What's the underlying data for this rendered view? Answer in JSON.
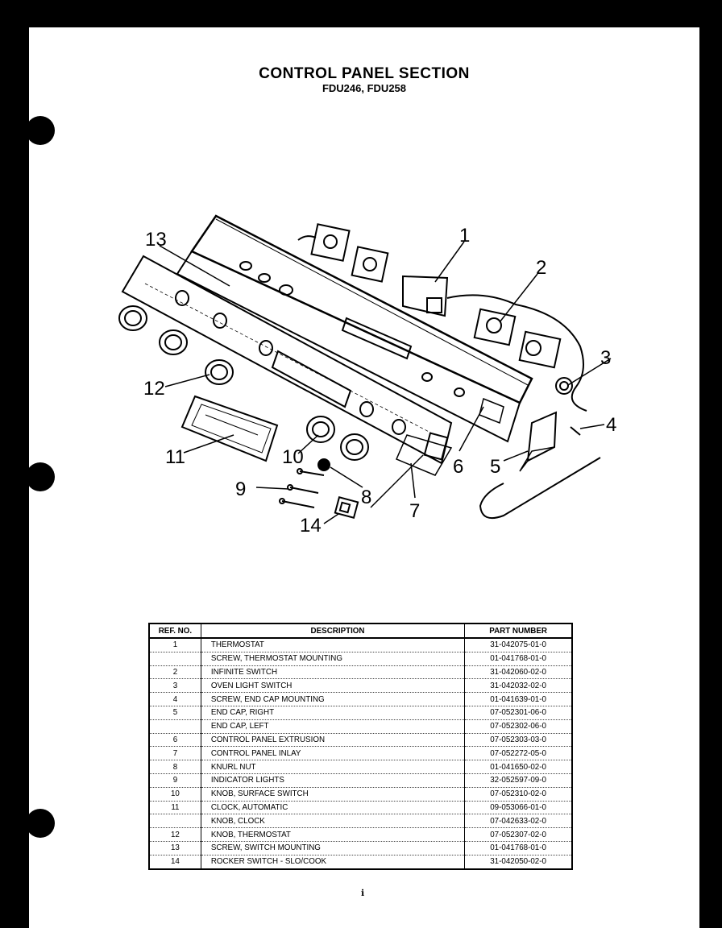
{
  "header": {
    "title": "CONTROL PANEL SECTION",
    "subtitle": "FDU246, FDU258"
  },
  "diagram": {
    "callouts": [
      "1",
      "2",
      "3",
      "4",
      "5",
      "6",
      "7",
      "8",
      "9",
      "10",
      "11",
      "12",
      "13",
      "14"
    ]
  },
  "parts_table": {
    "columns": [
      "REF. NO.",
      "DESCRIPTION",
      "PART NUMBER"
    ],
    "rows": [
      {
        "ref": "1",
        "description": "THERMOSTAT",
        "part": "31-042075-01-0"
      },
      {
        "ref": "",
        "description": "SCREW, THERMOSTAT MOUNTING",
        "part": "01-041768-01-0"
      },
      {
        "ref": "2",
        "description": "INFINITE SWITCH",
        "part": "31-042060-02-0"
      },
      {
        "ref": "3",
        "description": "OVEN LIGHT SWITCH",
        "part": "31-042032-02-0"
      },
      {
        "ref": "4",
        "description": "SCREW, END CAP MOUNTING",
        "part": "01-041639-01-0"
      },
      {
        "ref": "5",
        "description": "END CAP, RIGHT",
        "part": "07-052301-06-0"
      },
      {
        "ref": "",
        "description": "END CAP, LEFT",
        "part": "07-052302-06-0"
      },
      {
        "ref": "6",
        "description": "CONTROL PANEL EXTRUSION",
        "part": "07-052303-03-0"
      },
      {
        "ref": "7",
        "description": "CONTROL PANEL INLAY",
        "part": "07-052272-05-0"
      },
      {
        "ref": "8",
        "description": "KNURL NUT",
        "part": "01-041650-02-0"
      },
      {
        "ref": "9",
        "description": "INDICATOR LIGHTS",
        "part": "32-052597-09-0"
      },
      {
        "ref": "10",
        "description": "KNOB, SURFACE SWITCH",
        "part": "07-052310-02-0"
      },
      {
        "ref": "11",
        "description": "CLOCK, AUTOMATIC",
        "part": "09-053066-01-0"
      },
      {
        "ref": "",
        "description": "KNOB, CLOCK",
        "part": "07-042633-02-0"
      },
      {
        "ref": "12",
        "description": "KNOB, THERMOSTAT",
        "part": "07-052307-02-0"
      },
      {
        "ref": "13",
        "description": "SCREW, SWITCH MOUNTING",
        "part": "01-041768-01-0"
      },
      {
        "ref": "14",
        "description": "ROCKER SWITCH - SLO/COOK",
        "part": "31-042050-02-0"
      }
    ]
  }
}
